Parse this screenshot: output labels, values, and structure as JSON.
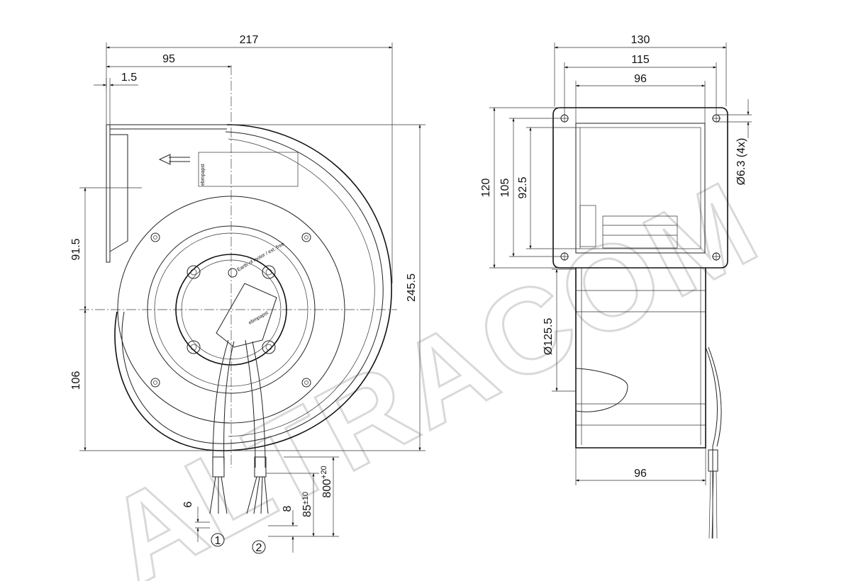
{
  "watermark": "ALTRACOM",
  "front_view": {
    "dimensions": {
      "overall_width": "217",
      "center_offset": "95",
      "flange_thickness": "1.5",
      "upper_height": "91.5",
      "lower_height": "106",
      "overall_height": "245.5",
      "strip_length": "6",
      "sleeve_length": "8",
      "lead_stub": "85",
      "lead_stub_tol": "±10",
      "lead_length": "800",
      "lead_length_tol": "+20"
    },
    "labels": {
      "brand_label": "ebmpapst",
      "hub_brand": "ebmpapst",
      "earth_note": "Earth of motor / ext. free",
      "cable_1": "1",
      "cable_2": "2"
    }
  },
  "side_view": {
    "dimensions": {
      "flange_width": "130",
      "hole_spacing": "115",
      "outlet_width": "96",
      "flange_height": "120",
      "hole_spacing_v": "105",
      "outlet_height": "92.5",
      "hole_diameter": "Ø6.3 (4x)",
      "inlet_diameter": "Ø125.5",
      "housing_width": "96"
    }
  }
}
